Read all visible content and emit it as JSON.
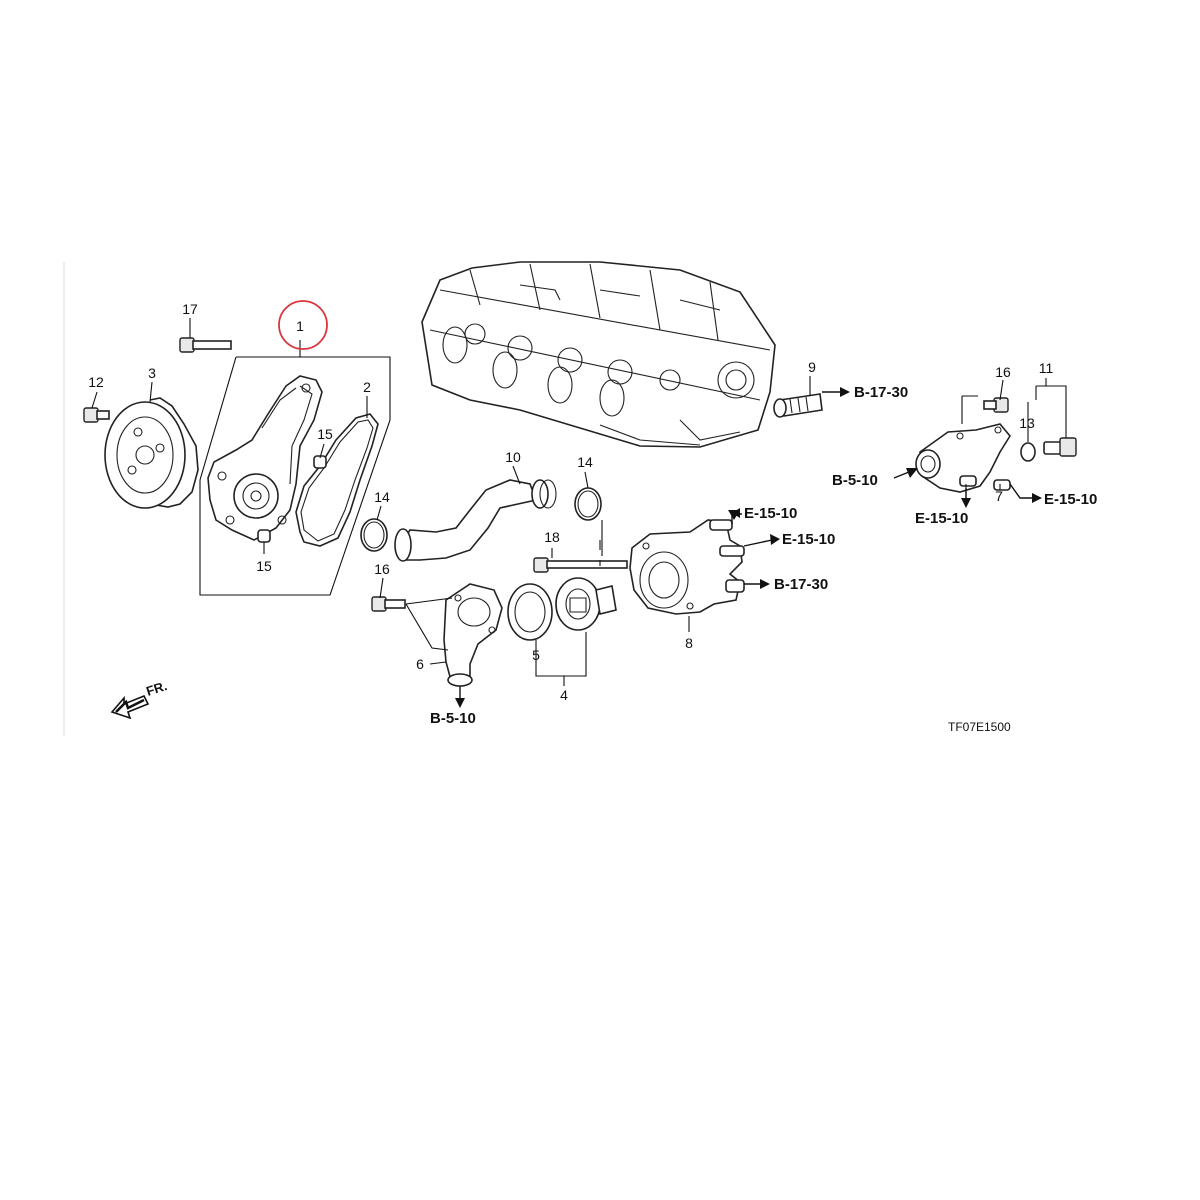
{
  "diagram": {
    "callouts": [
      {
        "id": "c17",
        "label": "17"
      },
      {
        "id": "c1",
        "label": "1"
      },
      {
        "id": "c12",
        "label": "12"
      },
      {
        "id": "c3",
        "label": "3"
      },
      {
        "id": "c2",
        "label": "2"
      },
      {
        "id": "c15a",
        "label": "15"
      },
      {
        "id": "c15b",
        "label": "15"
      },
      {
        "id": "c14a",
        "label": "14"
      },
      {
        "id": "c10",
        "label": "10"
      },
      {
        "id": "c14b",
        "label": "14"
      },
      {
        "id": "c18",
        "label": "18"
      },
      {
        "id": "c16a",
        "label": "16"
      },
      {
        "id": "c6",
        "label": "6"
      },
      {
        "id": "c5",
        "label": "5"
      },
      {
        "id": "c4",
        "label": "4"
      },
      {
        "id": "c8",
        "label": "8"
      },
      {
        "id": "c9",
        "label": "9"
      },
      {
        "id": "c16b",
        "label": "16"
      },
      {
        "id": "c11",
        "label": "11"
      },
      {
        "id": "c13",
        "label": "13"
      },
      {
        "id": "c7",
        "label": "7"
      }
    ],
    "references": [
      {
        "id": "rB1730a",
        "label": "B-17-30"
      },
      {
        "id": "rE1510a",
        "label": "E-15-10"
      },
      {
        "id": "rE1510b",
        "label": "E-15-10"
      },
      {
        "id": "rB1730b",
        "label": "B-17-30"
      },
      {
        "id": "rB510a",
        "label": "B-5-10"
      },
      {
        "id": "rB510b",
        "label": "B-5-10"
      },
      {
        "id": "rE1510c",
        "label": "E-15-10"
      },
      {
        "id": "rE1510d",
        "label": "E-15-10"
      }
    ],
    "front_label": "FR.",
    "figure_code": "TF07E1500",
    "highlight_color": "#d9363e"
  }
}
